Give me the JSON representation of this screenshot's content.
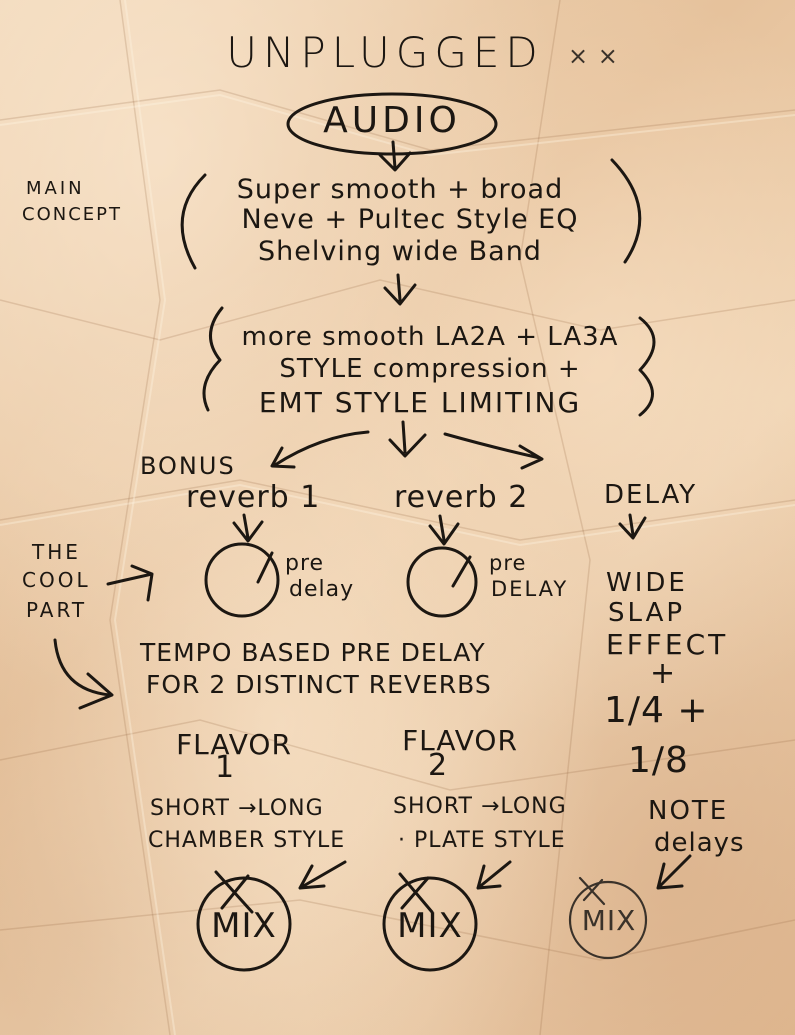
{
  "title": "UNPLUGGED",
  "title_marks": "× ×",
  "audio": "AUDIO",
  "main_concept": [
    "MAIN",
    "CONCEPT"
  ],
  "eq_block": [
    "Super smooth + broad",
    "Neve + Pultec Style EQ",
    "Shelving wide Band"
  ],
  "comp_block": [
    "more smooth LA2A + LA3A",
    "STYLE compression +",
    "EMT STYLE LIMITING"
  ],
  "bonus": "BONUS",
  "reverb1": "reverb 1",
  "reverb2": "reverb 2",
  "delay": "DELAY",
  "cool_part": [
    "THE",
    "COOL",
    "PART"
  ],
  "knob_label_1": [
    "pre",
    "delay"
  ],
  "knob_label_2": [
    "pre",
    "DELAY"
  ],
  "tempo_note": [
    "TEMPO BASED PRE DELAY",
    "FOR 2 DISTINCT REVERBS"
  ],
  "delay_notes": [
    "WIDE",
    "SLAP",
    "EFFECT",
    "+",
    "1/4 +",
    "1/8",
    "NOTE",
    "delays"
  ],
  "flavor1": [
    "FLAVOR",
    "1"
  ],
  "flavor2": [
    "FLAVOR",
    "2"
  ],
  "flavor1_desc": [
    "SHORT →LONG",
    "CHAMBER STYLE"
  ],
  "flavor2_desc": [
    "SHORT →LONG",
    "· PLATE STYLE"
  ],
  "mix_labels": [
    "MIX",
    "MIX",
    "MIX"
  ],
  "colors": {
    "ink": "#1c1712",
    "paper": "#e9c9a4"
  }
}
